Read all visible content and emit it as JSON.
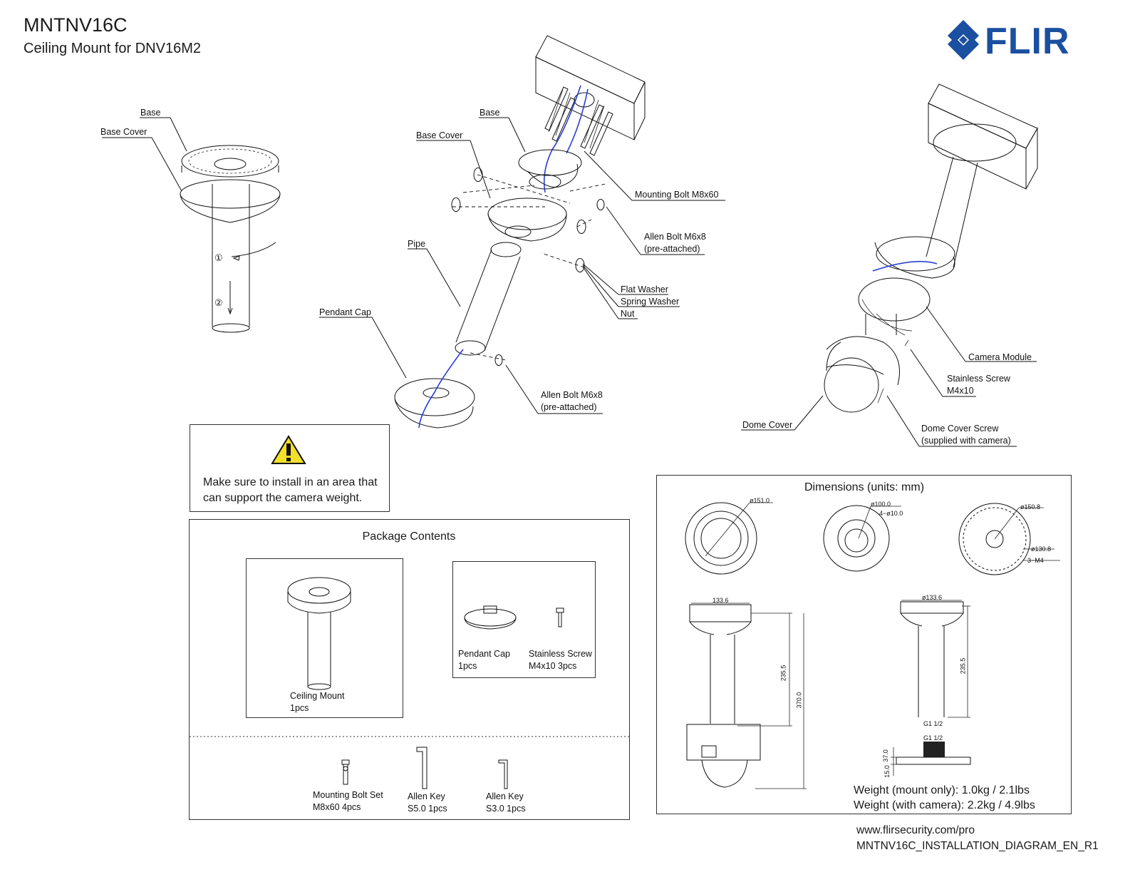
{
  "header": {
    "model": "MNTNV16C",
    "subtitle": "Ceiling Mount for DNV16M2",
    "brand": "FLIR",
    "brand_color": "#1b4fa0"
  },
  "step_indicators": [
    "①",
    "②"
  ],
  "callouts": {
    "left": {
      "base": "Base",
      "base_cover": "Base Cover"
    },
    "center": {
      "base": "Base",
      "base_cover": "Base Cover",
      "mounting_bolt": "Mounting Bolt M8x60",
      "allen_bolt_top_1": "Allen Bolt M6x8",
      "allen_bolt_top_2": "(pre-attached)",
      "pipe": "Pipe",
      "flat_washer": "Flat Washer",
      "spring_washer": "Spring Washer",
      "nut": "Nut",
      "pendant_cap": "Pendant Cap",
      "allen_bolt_bottom_1": "Allen Bolt M6x8",
      "allen_bolt_bottom_2": "(pre-attached)"
    },
    "right": {
      "camera_module": "Camera Module",
      "stainless_screw_1": "Stainless Screw",
      "stainless_screw_2": "M4x10",
      "dome_cover": "Dome Cover",
      "dome_cover_screw_1": "Dome Cover Screw",
      "dome_cover_screw_2": "(supplied with camera)"
    }
  },
  "warning": {
    "icon": "warning-triangle-icon",
    "text": "Make sure to install in an area that can support the camera weight."
  },
  "package_contents": {
    "title": "Package Contents",
    "items": [
      {
        "name": "Ceiling Mount",
        "qty": "1pcs"
      },
      {
        "name": "Pendant Cap",
        "qty": "1pcs"
      },
      {
        "name": "Stainless Screw",
        "qty": "M4x10 3pcs"
      },
      {
        "name": "Mounting Bolt Set",
        "qty": "M8x60 4pcs"
      },
      {
        "name": "Allen Key",
        "qty": "S5.0 1pcs"
      },
      {
        "name": "Allen Key",
        "qty": "S3.0 1pcs"
      }
    ]
  },
  "dimensions": {
    "title": "Dimensions (units: mm)",
    "annotations": {
      "d151": "ø151.0",
      "d100": "ø100.0",
      "holes": "4−ø10.0",
      "d150": "ø150.8",
      "d130": "ø130.8",
      "thread": "3−M4",
      "w133a": "133.6",
      "w133b": "ø133.6",
      "h235a": "235.5",
      "h370": "370.0",
      "h235b": "235.5",
      "g1a": "G1 1/2",
      "g1b": "G1 1/2",
      "h37": "37.0",
      "h15": "15.0"
    },
    "weight_mount": "Weight (mount only): 1.0kg / 2.1lbs",
    "weight_camera": "Weight (with camera): 2.2kg / 4.9lbs"
  },
  "footer": {
    "url": "www.flirsecurity.com/pro",
    "doc_id": "MNTNV16C_INSTALLATION_DIAGRAM_EN_R1"
  }
}
